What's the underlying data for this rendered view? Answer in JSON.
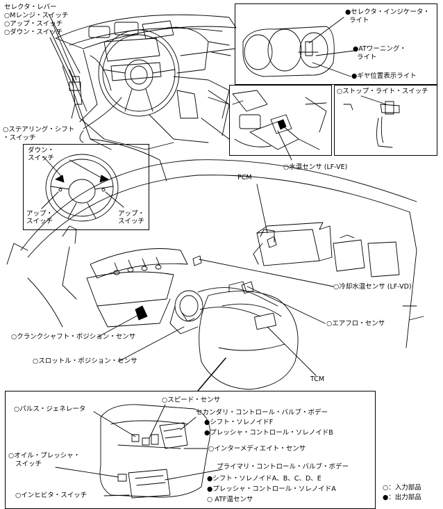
{
  "top_left_labels": [
    "セレクタ・レバー",
    "○Mレンジ・スイッチ",
    "○アップ・スイッチ",
    "○ダウン・スイッチ"
  ],
  "steering_shift_label": [
    "○ステアリング・シフト",
    "・スイッチ"
  ],
  "wheel_inset": {
    "down": [
      "ダウン・",
      "スイッチ"
    ],
    "up_left": [
      "アップ・",
      "スイッチ"
    ],
    "up_right": [
      "アップ・",
      "スイッチ"
    ]
  },
  "cluster_labels": {
    "selector_indicator": [
      "●セレクタ・インジケータ・",
      "ライト"
    ],
    "at_warning": [
      "●ATワーニング・",
      "ライト"
    ],
    "gear_position": "●ギヤ位置表示ライト"
  },
  "stop_light_switch": "○ストップ・ライト・スイッチ",
  "water_temp_sensor": "○水温センサ (LF-VE)",
  "pcm": "PCM",
  "coolant_temp_sensor": "○冷却水温センサ (LF-VD)",
  "airflow_sensor": "○エアフロ・センサ",
  "crankshaft_sensor": "○クランクシャフト・ポジション・センサ",
  "throttle_sensor": "○スロットル・ポジション・センサ",
  "tcm": "TCM",
  "transaxle_labels": {
    "pulse_generator": "○パルス・ジェネレータ",
    "speed_sensor": "○スピード・センサ",
    "secondary_valve_body": "セカンダリ・コントロール・バルブ・ボデー",
    "shift_solenoid_f": "●シフト・ソレノイドF",
    "pressure_solenoid_b": "●プレッシャ・コントロール・ソレノイドB",
    "intermediate_sensor": "○インターメディエイト・センサ",
    "oil_pressure_switch": [
      "○オイル・プレッシャ・",
      "スイッチ"
    ],
    "primary_valve_body": "プライマリ・コントロール・バルブ・ボデー",
    "shift_solenoids_ae": "●シフト・ソレノイドA、B、C、D、E",
    "pressure_solenoid_a": "●プレッシャ・コントロール・ソレノイドA",
    "atf_temp_sensor": "○ ATF温センサ",
    "inhibitor_switch": "○インヒビタ・スイッチ"
  },
  "legend": {
    "input": "○：入力部品",
    "output": "●：出力部品"
  }
}
